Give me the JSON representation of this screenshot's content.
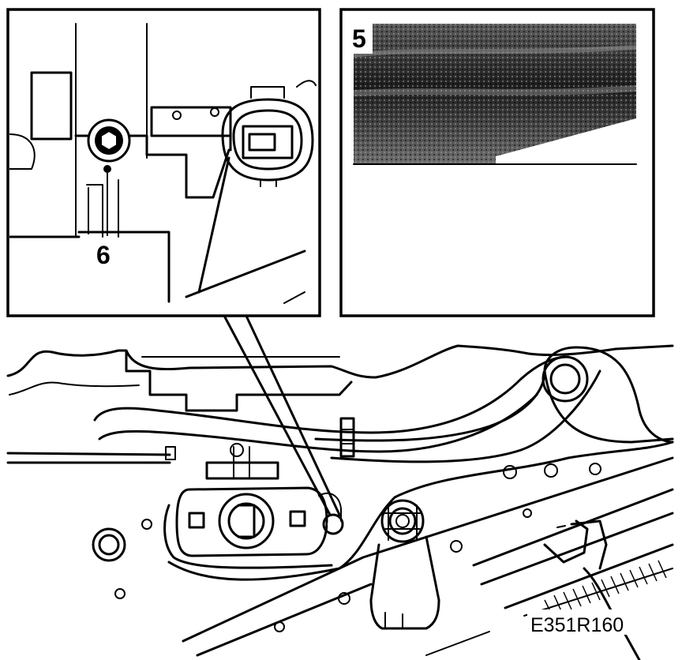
{
  "figure": {
    "reference_code": "E351R160",
    "callouts": {
      "detail_left": "6",
      "detail_right": "5"
    }
  },
  "colors": {
    "line": "#000000",
    "background": "#ffffff",
    "shade_dark": "#2a2a2a",
    "shade_light": "#7a7a7a"
  }
}
